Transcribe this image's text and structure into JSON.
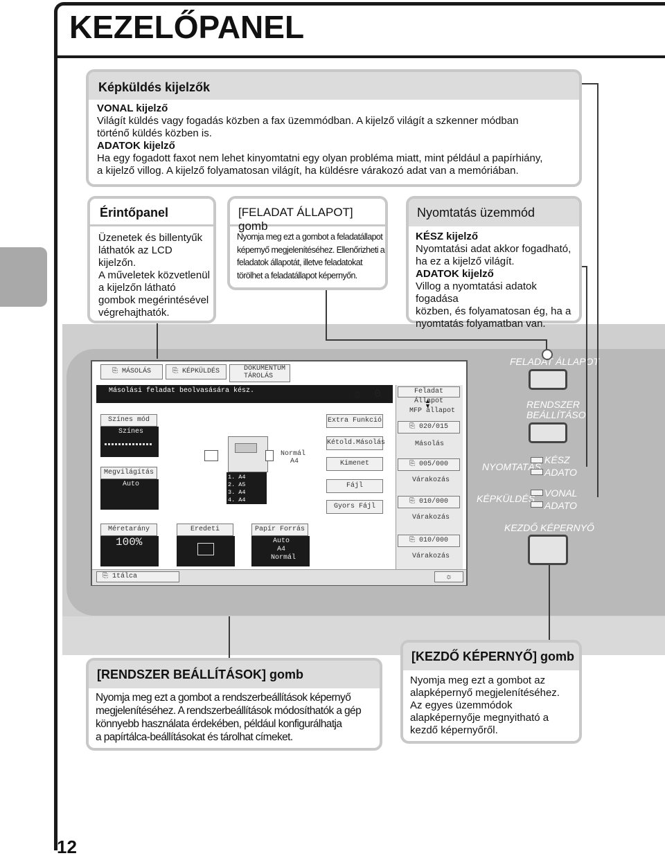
{
  "page": {
    "title": "KEZELŐPANEL",
    "number": "12"
  },
  "image_send": {
    "heading": "Képküldés kijelzők",
    "line_label": "VONAL kijelző",
    "line_text_1": "Világít küldés vagy fogadás közben a fax üzemmódban. A kijelző világít a szkenner módban",
    "line_text_2": "történő küldés közben is.",
    "data_label": "ADATOK kijelző",
    "data_text_1": "Ha egy fogadott faxot nem lehet kinyomtatni egy olyan probléma miatt, mint például a papírhiány,",
    "data_text_2": "a kijelző villog. A kijelző folyamatosan világít, ha küldésre várakozó adat van a memóriában."
  },
  "touch_panel": {
    "heading": "Érintőpanel",
    "lines": [
      "Üzenetek és billentyűk",
      "láthatók az LCD",
      "kijelzőn.",
      "A műveletek közvetlenül",
      "a kijelzőn látható",
      "gombok megérintésével",
      "végrehajthatók."
    ]
  },
  "job_status": {
    "heading": "[FELADAT ÁLLAPOT] gomb",
    "lines": [
      "Nyomja meg ezt a gombot a feladatállapot",
      "képernyő megjelenítéséhez. Ellenőrizheti a",
      "feladatok állapotát, illetve feladatokat",
      "törölhet a feladatállapot képernyőn."
    ]
  },
  "print_mode": {
    "heading": "Nyomtatás üzemmód",
    "ready_label": "KÉSZ kijelző",
    "ready_lines": [
      "Nyomtatási adat akkor fogadható,",
      "ha ez a kijelző világít."
    ],
    "data_label": "ADATOK kijelző",
    "data_lines": [
      "Villog a nyomtatási adatok fogadása",
      "közben, és folyamatosan ég, ha a",
      "nyomtatás folyamatban van."
    ]
  },
  "lcd": {
    "tabs": [
      "MÁSOLÁS",
      "KÉPKÜLDÉS",
      "DOKUMENTUM",
      "TÁROLÁS"
    ],
    "message": "Másolási feladat beolvasására kész.",
    "copies": "0",
    "color_mode_label": "Színes mód",
    "color_mode_value": "Színes",
    "exposure_label": "Megvilágítás",
    "exposure_value": "Auto",
    "ratio_label": "Méretarány",
    "ratio_value": "100%",
    "original_label": "Eredeti",
    "paper_label": "Papír Forrás",
    "paper_values": [
      "Auto",
      "A4",
      "Normál"
    ],
    "paper_info": [
      "Normál",
      "A4"
    ],
    "trays": [
      "1.  A4",
      "2.  A5",
      "3.  A4",
      "4.  A4"
    ],
    "buttons": [
      "Extra Funkció",
      "Kétold.Másolás",
      "Kimenet",
      "Fájl",
      "Gyors Fájl"
    ],
    "status_header": "Feladat Állapot",
    "status_mode": "MFP állapot",
    "jobs": [
      {
        "count": "020/015",
        "state": "Másolás"
      },
      {
        "count": "005/000",
        "state": "Várakozás"
      },
      {
        "count": "010/000",
        "state": "Várakozás"
      },
      {
        "count": "010/000",
        "state": "Várakozás"
      }
    ],
    "tray_button": "1tálca"
  },
  "panel_labels": {
    "job_status": "FELADAT ÁLLAPOT",
    "system_settings_1": "RENDSZER",
    "system_settings_2": "BEÁLLÍTÁSO",
    "printing": "NYOMTATÁS",
    "ready": "KÉSZ",
    "data1": "ADATO",
    "image_send": "KÉPKÜLDÉS",
    "line": "VONAL",
    "data2": "ADATO",
    "home": "KEZDŐ KÉPERNYŐ"
  },
  "system_settings": {
    "heading": "[RENDSZER BEÁLLÍTÁSOK] gomb",
    "lines": [
      "Nyomja meg ezt a gombot a rendszerbeállítások képernyő",
      "megjelenítéséhez. A rendszerbeállítások módosíthatók a gép",
      "könnyebb használata érdekében, például konfigurálhatja",
      "a papírtálca-beállításokat és tárolhat címeket."
    ]
  },
  "home_screen": {
    "heading": "[KEZDŐ KÉPERNYŐ] gomb",
    "lines": [
      "Nyomja meg ezt a gombot az",
      "alapképernyő megjelenítéséhez.",
      "Az egyes üzemmódok",
      "alapképernyője megnyitható a",
      "kezdő képernyőről."
    ]
  }
}
